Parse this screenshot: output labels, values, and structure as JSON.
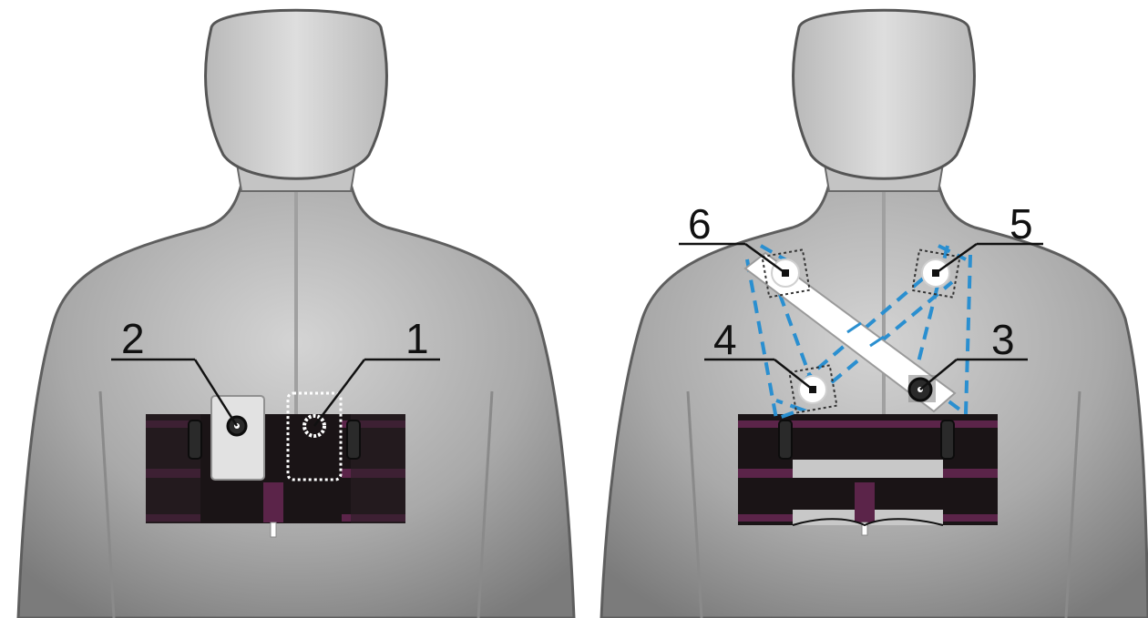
{
  "figures": [
    {
      "callouts": [
        {
          "label": "2"
        },
        {
          "label": "1"
        }
      ]
    },
    {
      "callouts": [
        {
          "label": "6"
        },
        {
          "label": "5"
        },
        {
          "label": "4"
        },
        {
          "label": "3"
        }
      ]
    }
  ],
  "colors": {
    "background": "#ffffff",
    "body_light": "#d9d9d9",
    "body_dark": "#8a8a8a",
    "strap_black": "#1a1416",
    "strap_purple": "#5b2449",
    "dashed_line": "#2a8fd0",
    "sensor_white": "#ffffff"
  }
}
